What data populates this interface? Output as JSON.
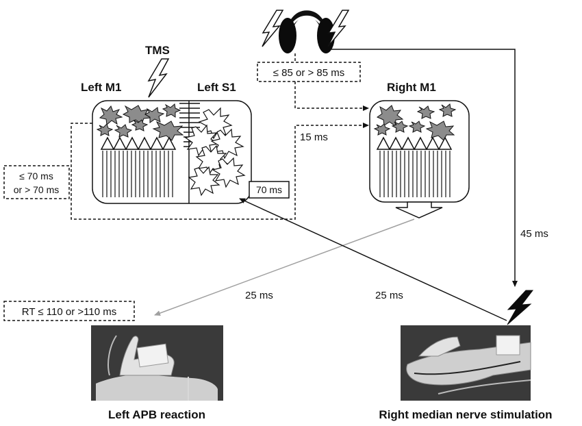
{
  "labels": {
    "tms": "TMS",
    "left_m1": "Left M1",
    "left_s1": "Left S1",
    "right_m1": "Right M1",
    "left_apb_reaction": "Left APB reaction",
    "right_median_nerve_stimulation": "Right median nerve stimulation"
  },
  "timings": {
    "coil_delay": "≤ 85 or > 85 ms",
    "left_m1_delay_line1": "≤ 70 ms",
    "left_m1_delay_line2": "or > 70 ms",
    "s1_arrival": "70 ms",
    "interhemispheric": "15 ms",
    "nerve_to_rm1": "45 ms",
    "rm1_to_left_hand": "25 ms",
    "nerve_to_s1": "25 ms",
    "reaction_time": "RT ≤ 110 or >110 ms"
  },
  "colors": {
    "line": "#111111",
    "grey_arrow": "#a0a0a0",
    "star_fill": "#8c8c8c",
    "coil_fill": "#0b0b0b",
    "photo_bg": "#3a3a3a",
    "skin": "#cfcfcf"
  },
  "icons": [
    "lightning-bolt-icon",
    "tms-coil-icon",
    "explosion-star-icon",
    "pyramidal-neuron-icon"
  ]
}
